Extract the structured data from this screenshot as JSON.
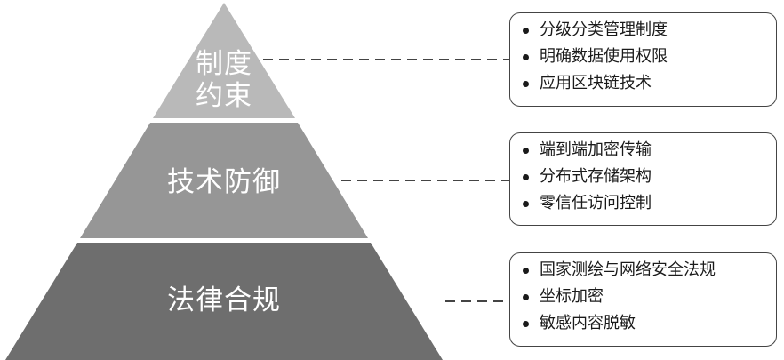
{
  "tiers": [
    {
      "label_lines": [
        "制度",
        "约束"
      ],
      "items": [
        "分级分类管理制度",
        "明确数据使用权限",
        "应用区块链技术"
      ]
    },
    {
      "label_lines": [
        "技术防御"
      ],
      "items": [
        "端到端加密传输",
        "分布式存储架构",
        "零信任访问控制"
      ]
    },
    {
      "label_lines": [
        "法律合规"
      ],
      "items": [
        "国家测绘与网络安全法规",
        "坐标加密",
        "敏感内容脱敏"
      ]
    }
  ],
  "colors": {
    "top_tier": "#b9b9b9",
    "middle_tier": "#969696",
    "bottom_tier": "#6e6e6e",
    "label_text": "#ffffff",
    "connector": "#444444",
    "box_border": "#444444"
  }
}
